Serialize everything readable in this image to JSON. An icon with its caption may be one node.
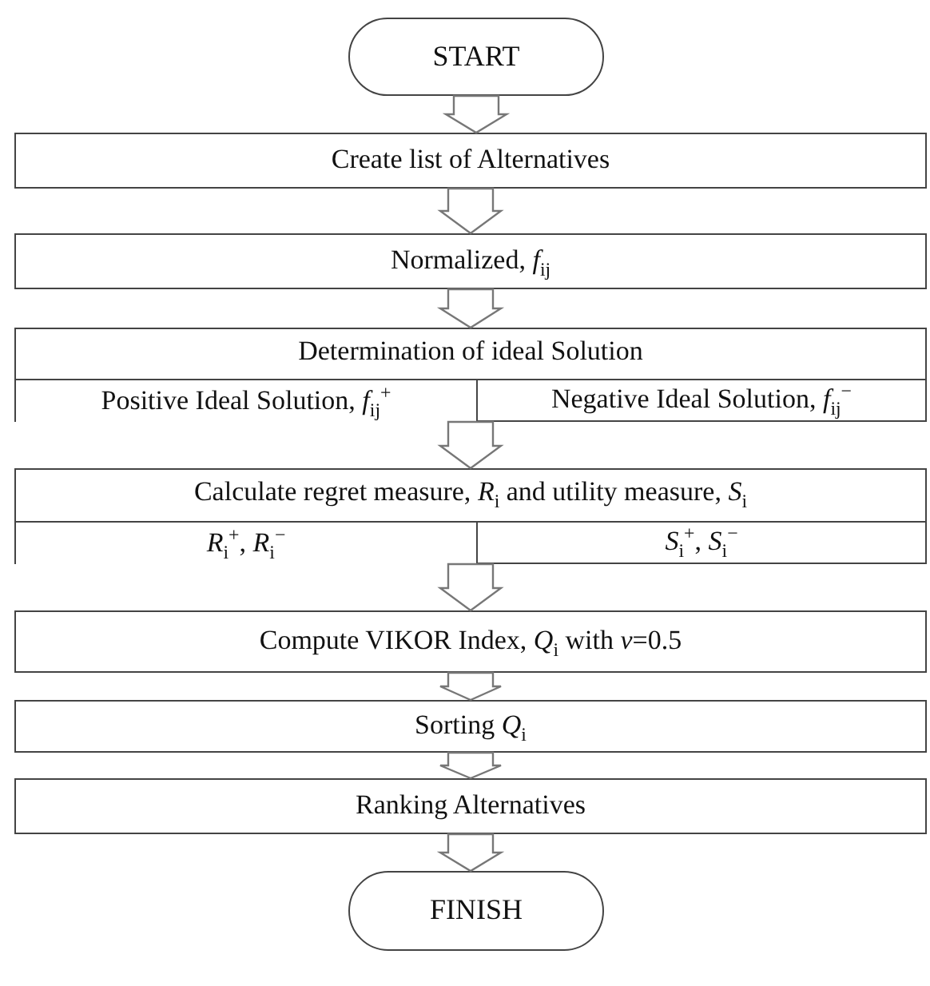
{
  "diagram": {
    "nodes": [
      {
        "text": [
          "START"
        ]
      },
      {
        "text": [
          "Create list of Alternatives"
        ]
      },
      {
        "text": [
          "Normalized, *f*$_{ij}$"
        ]
      },
      {
        "text": [
          "Determination of ideal Solution"
        ]
      },
      {
        "text": [
          "Positive Ideal Solution, *f*$_{ij}$$^{+}$"
        ],
        "in": 3
      },
      {
        "text": [
          "Negative Ideal Solution, *f*$_{ij}$$^{−}$"
        ],
        "in": 3
      },
      {
        "text": [
          "Calculate regret measure, *R*$_{i}$ and utility measure, *S*$_{i}$"
        ]
      },
      {
        "text": [
          "*R*$_{i}$$^{+}$, *R*$_{i}$$^{−}$"
        ],
        "in": 6
      },
      {
        "text": [
          "*S*$_{i}$$^{+}$, *S*$_{i}$$^{−}$"
        ],
        "in": 6
      },
      {
        "text": [
          "Compute VIKOR Index, *Q*$_{i}$ with *v*=0.5"
        ]
      },
      {
        "text": [
          "Sorting *Q*$_{i}$"
        ]
      },
      {
        "text": [
          "Ranking Alternatives"
        ]
      },
      {
        "text": [
          "FINISH"
        ]
      }
    ],
    "edges": [
      {
        "from": 0,
        "to": 1,
        "arrow": "to"
      },
      {
        "from": 1,
        "to": 2,
        "arrow": "to"
      },
      {
        "from": 2,
        "to": 3,
        "arrow": "to"
      },
      {
        "from": 3,
        "to": 6,
        "arrow": "to"
      },
      {
        "from": 6,
        "to": 9,
        "arrow": "to"
      },
      {
        "from": 9,
        "to": 10,
        "arrow": "to"
      },
      {
        "from": 10,
        "to": 11,
        "arrow": "to"
      },
      {
        "from": 11,
        "to": 12,
        "arrow": "to"
      }
    ]
  }
}
